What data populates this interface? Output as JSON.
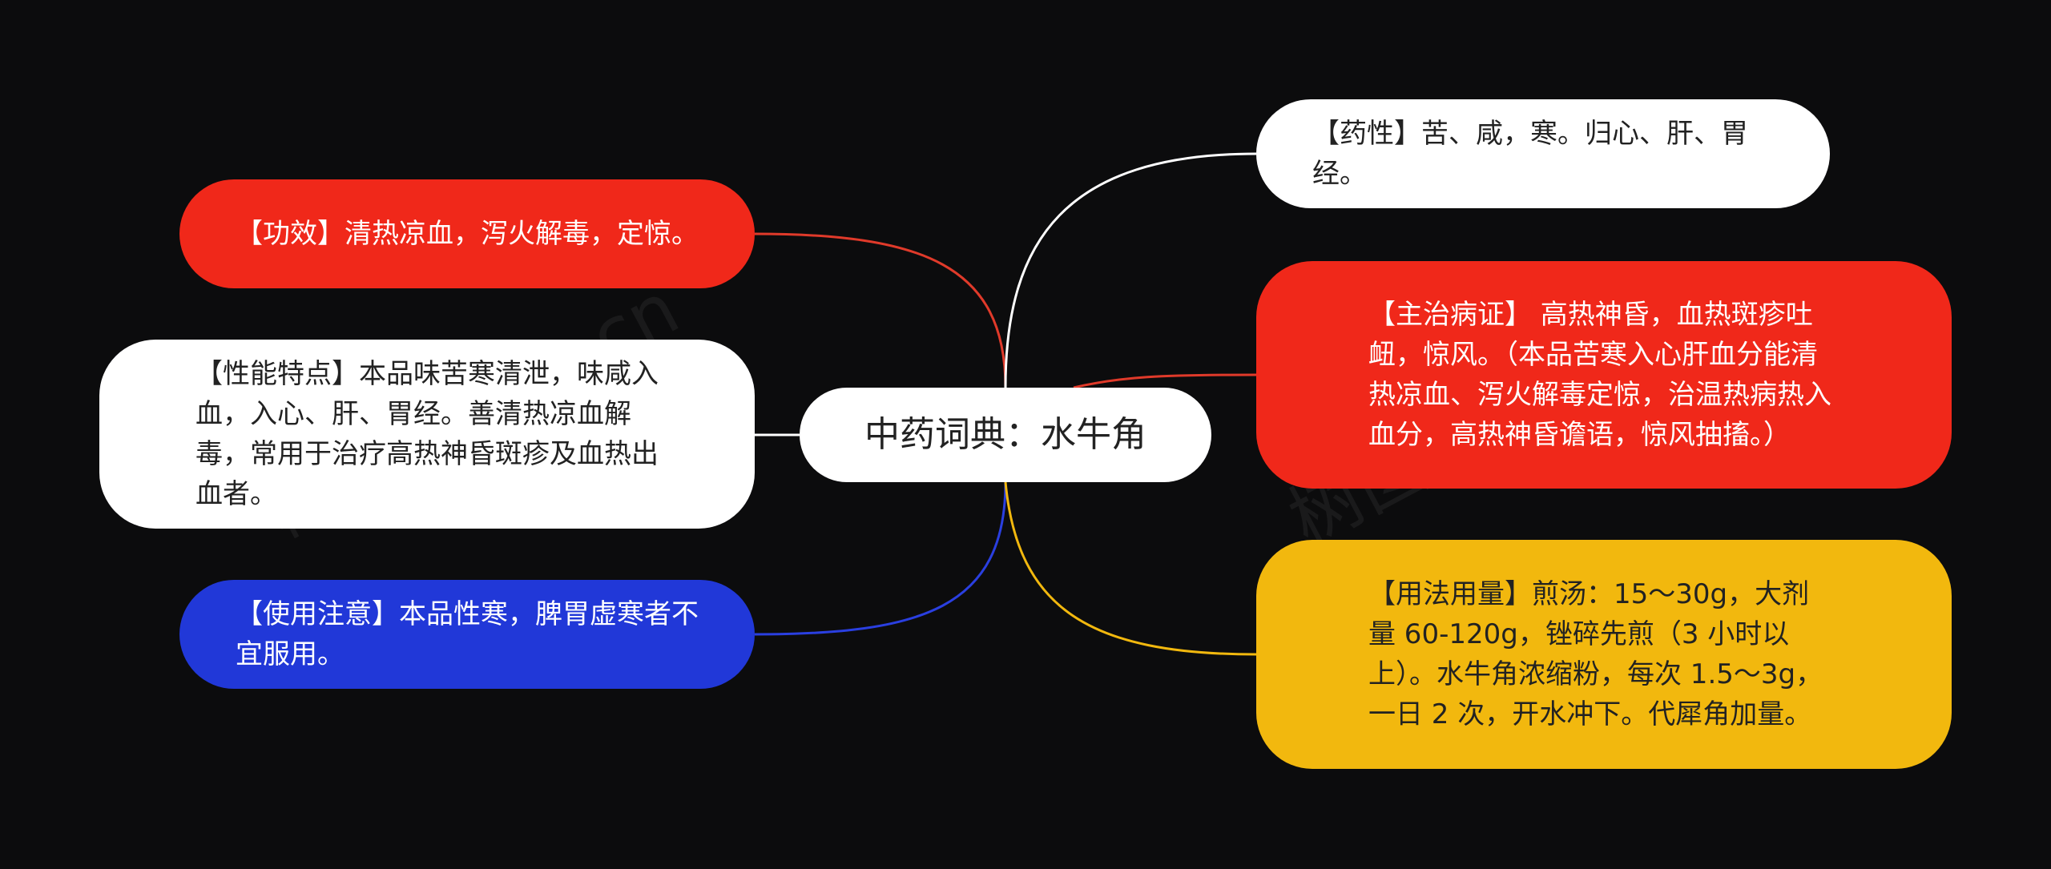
{
  "center": {
    "label": "中药词典：水牛角"
  },
  "nodes": {
    "gongxiao": {
      "text": "【功效】清热凉血，泻火解毒，定惊。",
      "color": "#f0281a"
    },
    "xingneng": {
      "text": "【性能特点】本品味苦寒清泄，味咸入血，入心、肝、胃经。善清热凉血解毒，常用于治疗高热神昏斑疹及血热出血者。",
      "color": "#ffffff"
    },
    "zhuyi": {
      "text": "【使用注意】本品性寒，脾胃虚寒者不宜服用。",
      "color": "#2138d8"
    },
    "yaoxing": {
      "text": "【药性】苦、咸，寒。归心、肝、胃经。",
      "color": "#ffffff"
    },
    "zhuzhi": {
      "text": "【主治病证】 高热神昏，血热斑疹吐衄，惊风。（本品苦寒入心肝血分能清热凉血、泻火解毒定惊，治温热病热入血分，高热神昏谵语，惊风抽搐。）",
      "color": "#f0281a"
    },
    "yongfa": {
      "text": "【用法用量】煎汤：15～30g，大剂量 60-120g，锉碎先煎（3 小时以上）。水牛角浓缩粉，每次 1.5～3g，一日 2 次，开水冲下。代犀角加量。",
      "color": "#f2b80e"
    }
  },
  "link_colors": {
    "gongxiao": "#e03a2a",
    "xingneng": "#ffffff",
    "zhuyi": "#2a3fe0",
    "yaoxing": "#ffffff",
    "zhuzhi": "#e03a2a",
    "yongfa": "#f2b80e"
  },
  "watermark": "树图shutu.cn"
}
